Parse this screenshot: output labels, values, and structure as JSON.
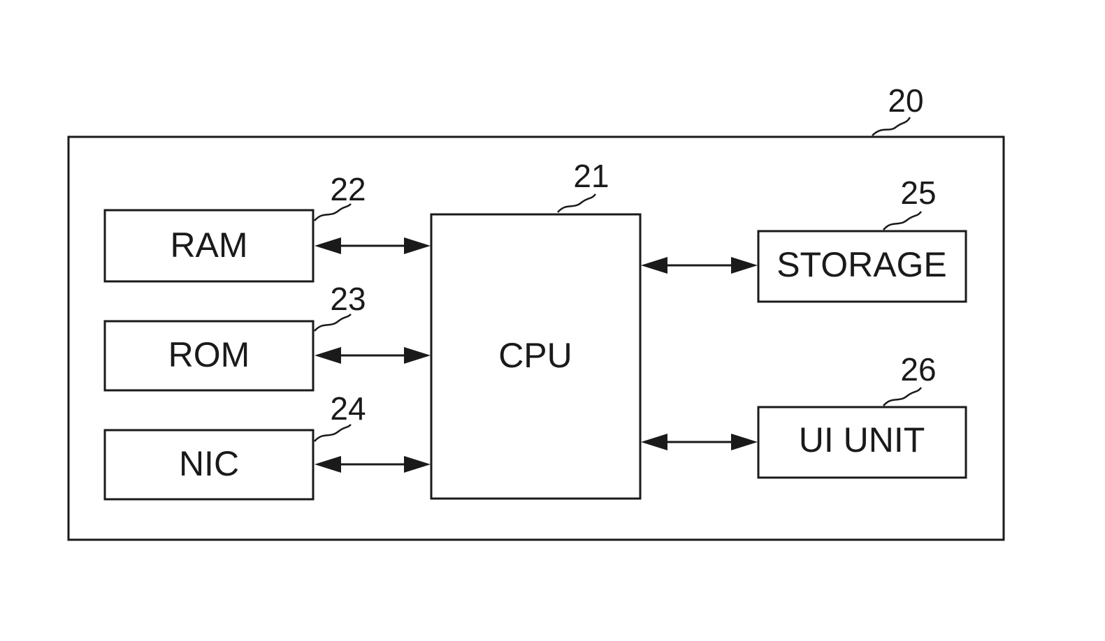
{
  "diagram": {
    "device_ref": "20",
    "blocks": {
      "cpu": {
        "label": "CPU",
        "ref": "21"
      },
      "ram": {
        "label": "RAM",
        "ref": "22"
      },
      "rom": {
        "label": "ROM",
        "ref": "23"
      },
      "nic": {
        "label": "NIC",
        "ref": "24"
      },
      "storage": {
        "label": "STORAGE",
        "ref": "25"
      },
      "ui_unit": {
        "label": "UI UNIT",
        "ref": "26"
      }
    },
    "connections": [
      {
        "from": "RAM",
        "to": "CPU",
        "direction": "bidirectional"
      },
      {
        "from": "ROM",
        "to": "CPU",
        "direction": "bidirectional"
      },
      {
        "from": "NIC",
        "to": "CPU",
        "direction": "bidirectional"
      },
      {
        "from": "CPU",
        "to": "STORAGE",
        "direction": "bidirectional"
      },
      {
        "from": "CPU",
        "to": "UI UNIT",
        "direction": "bidirectional"
      }
    ]
  }
}
